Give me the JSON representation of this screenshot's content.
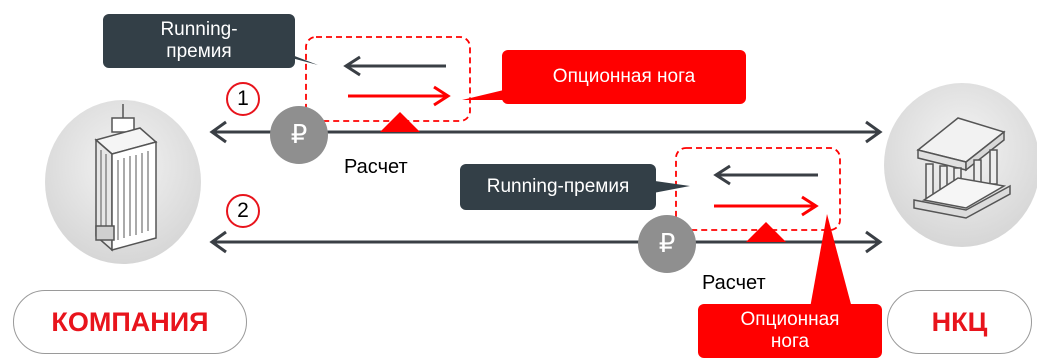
{
  "parties": {
    "left_label": "КОМПАНИЯ",
    "right_label": "НКЦ"
  },
  "deal_1": {
    "number": "1",
    "premium_label": "Running-премия",
    "premium_line1": "Running-",
    "premium_line2": "премия",
    "option_leg_label": "Опционная нога",
    "currency_symbol": "₽",
    "settlement_label": "Расчет"
  },
  "deal_2": {
    "number": "2",
    "premium_label": "Running-премия",
    "option_leg_line1": "Опционная",
    "option_leg_line2": "нога",
    "currency_symbol": "₽",
    "settlement_label": "Расчет"
  },
  "colors": {
    "accent_red": "#ff0000",
    "dark_callout": "#333f47",
    "line_dark": "#3a3f45",
    "coin_grey": "#8f8f8f"
  },
  "icons": {
    "left_party": "office-building-icon",
    "right_party": "bank-icon",
    "currency": "ruble-coin-icon"
  }
}
